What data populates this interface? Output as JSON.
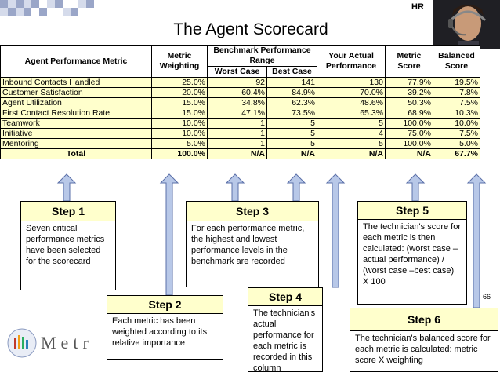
{
  "header": {
    "hr_label": "HR",
    "title": "The Agent Scorecard"
  },
  "table": {
    "headers": {
      "metric": "Agent Performance Metric",
      "weighting": "Metric Weighting",
      "benchmark": "Benchmark Performance Range",
      "worst": "Worst Case",
      "best": "Best Case",
      "actual": "Your Actual Performance",
      "score": "Metric Score",
      "balanced": "Balanced Score"
    },
    "rows": [
      {
        "metric": "Inbound Contacts Handled",
        "weighting": "25.0%",
        "worst": "92",
        "best": "141",
        "actual": "130",
        "score": "77.9%",
        "balanced": "19.5%"
      },
      {
        "metric": "Customer Satisfaction",
        "weighting": "20.0%",
        "worst": "60.4%",
        "best": "84.9%",
        "actual": "70.0%",
        "score": "39.2%",
        "balanced": "7.8%"
      },
      {
        "metric": "Agent Utilization",
        "weighting": "15.0%",
        "worst": "34.8%",
        "best": "62.3%",
        "actual": "48.6%",
        "score": "50.3%",
        "balanced": "7.5%"
      },
      {
        "metric": "First Contact Resolution Rate",
        "weighting": "15.0%",
        "worst": "47.1%",
        "best": "73.5%",
        "actual": "65.3%",
        "score": "68.9%",
        "balanced": "10.3%"
      },
      {
        "metric": "Teamwork",
        "weighting": "10.0%",
        "worst": "1",
        "best": "5",
        "actual": "5",
        "score": "100.0%",
        "balanced": "10.0%"
      },
      {
        "metric": "Initiative",
        "weighting": "10.0%",
        "worst": "1",
        "best": "5",
        "actual": "4",
        "score": "75.0%",
        "balanced": "7.5%"
      },
      {
        "metric": "Mentoring",
        "weighting": "5.0%",
        "worst": "1",
        "best": "5",
        "actual": "5",
        "score": "100.0%",
        "balanced": "5.0%"
      }
    ],
    "total": {
      "metric": "Total",
      "weighting": "100.0%",
      "worst": "N/A",
      "best": "N/A",
      "actual": "N/A",
      "score": "N/A",
      "balanced": "67.7%"
    }
  },
  "steps": {
    "step1": {
      "title": "Step 1",
      "text": "Seven critical performance metrics have been selected for the scorecard"
    },
    "step2": {
      "title": "Step 2",
      "text": "Each metric has been weighted according to its relative importance"
    },
    "step3": {
      "title": "Step 3",
      "text": "For each performance metric, the highest and lowest performance levels in the benchmark are recorded"
    },
    "step4": {
      "title": "Step 4",
      "text": "The technician's actual performance for each metric is recorded in this column"
    },
    "step5": {
      "title": "Step 5",
      "text": "The technician's score for each metric is then calculated: (worst case – actual performance) / (worst case –best case) X 100"
    },
    "step6": {
      "title": "Step 6",
      "text": "The technician's balanced score for each metric is calculated: metric score X weighting"
    }
  },
  "page_number": "66",
  "logo_text": "Metr",
  "colors": {
    "highlight": "#ffffcc",
    "arrow_fill": "#b8c8e8",
    "arrow_stroke": "#5a6fa8"
  }
}
